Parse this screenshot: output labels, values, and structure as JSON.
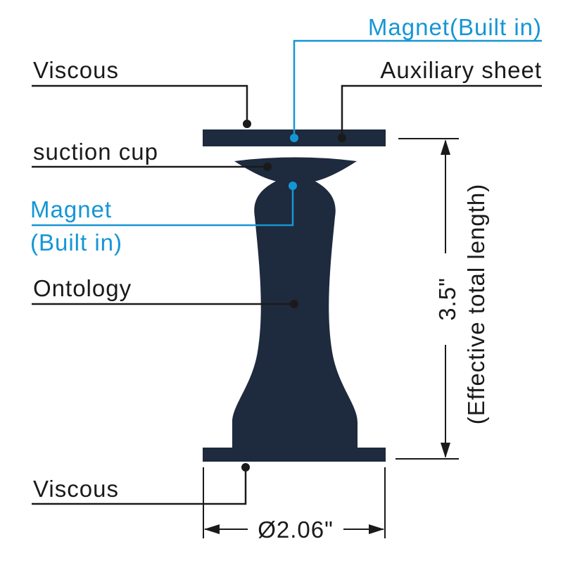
{
  "labels": {
    "magnet_top": "Magnet(Built in)",
    "viscous_top": "Viscous",
    "auxiliary_sheet": "Auxiliary sheet",
    "suction_cup": "suction cup",
    "magnet_side_line1": "Magnet",
    "magnet_side_line2": "(Built in)",
    "ontology": "Ontology",
    "viscous_bottom": "Viscous"
  },
  "dimensions": {
    "length_value": "3.5\"",
    "length_note": "(Effective total length)",
    "diameter": "Ø2.06\""
  },
  "colors": {
    "black_label": "#1a1a1a",
    "blue_label": "#1596d4",
    "part_fill": "#1e2a3d"
  }
}
